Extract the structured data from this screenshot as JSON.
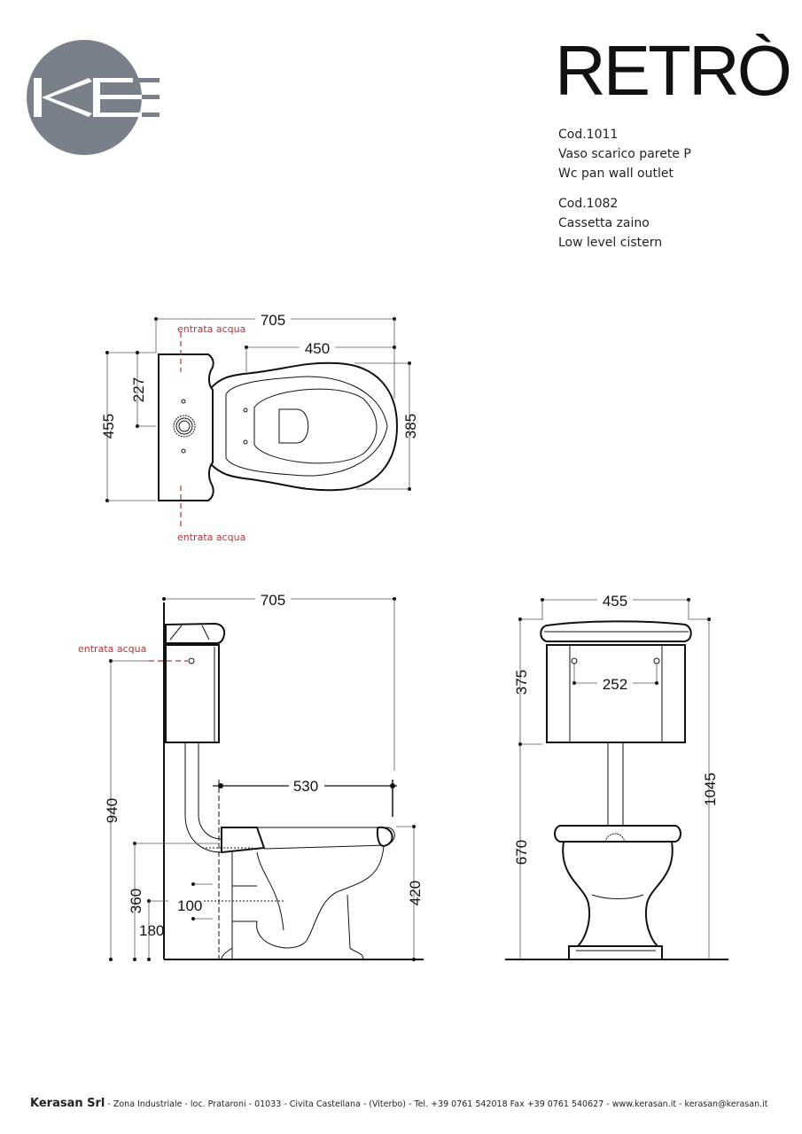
{
  "brand": {
    "logo_text": "KE",
    "title": "RETRÒ",
    "logo_color": "#7a8089"
  },
  "products": [
    {
      "code": "Cod.1011",
      "name_it": "Vaso scarico parete P",
      "name_en": "Wc pan wall outlet"
    },
    {
      "code": "Cod.1082",
      "name_it": "Cassetta zaino",
      "name_en": "Low level cistern"
    }
  ],
  "top_view": {
    "width_total": "705",
    "width_bowl": "450",
    "depth_total": "455",
    "depth_half": "227",
    "bowl_width": "385",
    "label_water_in_top": "entrata acqua",
    "label_water_in_bottom": "entrata acqua"
  },
  "side_view": {
    "width_total": "705",
    "height_inlet": "940",
    "height_outlet": "360",
    "height_outlet_center": "180",
    "outlet_diameter": "100",
    "seat_depth": "530",
    "seat_height": "420",
    "label_water_in": "entrata acqua"
  },
  "front_view": {
    "width": "455",
    "total_height": "1045",
    "cistern_height": "375",
    "bowl_height": "670",
    "fixing_distance": "252"
  },
  "footer": {
    "company": "Kerasan Srl",
    "details": "- Zona Industriale - loc. Prataroni - 01033 - Civita Castellana - (Viterbo) - Tel. +39 0761 542018 Fax +39 0761 540627 - www.kerasan.it - kerasan@kerasan.it"
  },
  "colors": {
    "annotation": "#b8343a"
  }
}
